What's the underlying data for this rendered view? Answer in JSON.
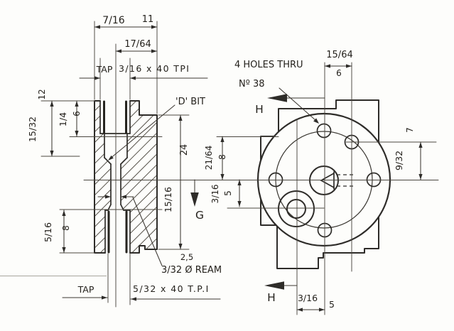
{
  "section_view": {
    "dim_overall_width": "7/16",
    "dim_overall_width_mm": "11",
    "dim_counterbore_width": "17/64",
    "tap_label_top": "TAP",
    "tap_spec_top": "3/16 x  40 TPI",
    "dim_upper_counterbore_depth": "15/32",
    "dim_upper_counterbore_depth_mm": "12",
    "dim_thread_depth": "1/4",
    "dim_thread_depth_mm": "6",
    "dim_lower_tap_depth": "5/16",
    "dim_lower_tap_depth_mm": "8",
    "dim_overall_height": "15/16",
    "dim_overall_height_mm": "24",
    "note_d_bit": "'D' BIT",
    "note_ream": "3/32 Ø REAM",
    "note_ream_mm": "2,5",
    "tap_label_bottom": "TAP",
    "tap_spec_bottom": "5/32 x 40 T.P.I"
  },
  "end_view": {
    "note_holes": "4 HOLES  THRU",
    "note_holes_drill": "Nº 38",
    "dim_hole_offset_top": "15/64",
    "dim_hole_offset_top_mm": "6",
    "dim_hole_offset_right": "9/32",
    "dim_hole_offset_right_mm": "7",
    "dim_upper_left": "21/64",
    "dim_upper_left_mm": "8",
    "dim_lower_left": "3/16",
    "dim_lower_left_mm": "5",
    "dim_bottom": "3/16",
    "dim_bottom_mm": "5",
    "section_label_h": "H",
    "section_label_g": "G"
  }
}
